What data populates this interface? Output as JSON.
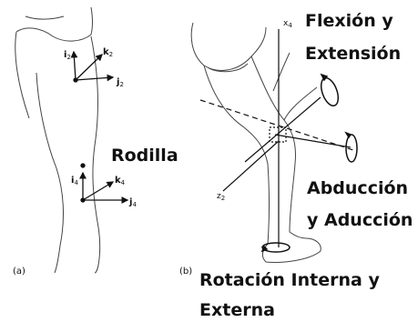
{
  "panel_a": {
    "label": "(a)",
    "hip_frame": {
      "i": "i",
      "i_sub": "2",
      "j": "j",
      "j_sub": "2",
      "k": "k",
      "k_sub": "2"
    },
    "knee_frame": {
      "i": "i",
      "i_sub": "4",
      "j": "j",
      "j_sub": "4",
      "k": "k",
      "k_sub": "4"
    },
    "knee_label": "Rodilla"
  },
  "panel_b": {
    "label": "(b)",
    "axis_x": {
      "name": "x",
      "sub": "4"
    },
    "axis_z": {
      "name": "z",
      "sub": "2"
    },
    "flexion_line1": "Flexión y",
    "flexion_line2": "Extensión",
    "abduccion_line1": "Abducción",
    "abduccion_line2": "y Aducción",
    "rotacion_line1": "Rotación Interna y",
    "rotacion_line2": "Externa"
  }
}
